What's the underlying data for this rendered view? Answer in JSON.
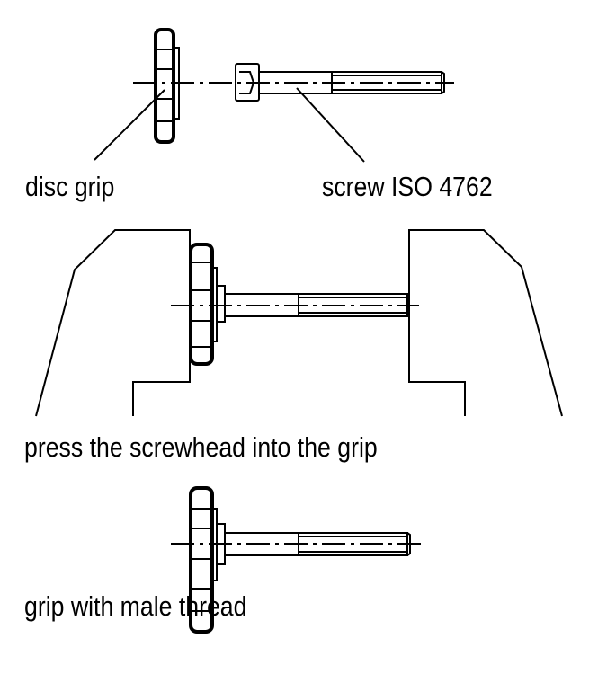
{
  "labels": {
    "disc_grip": "disc grip",
    "screw": "screw ISO 4762",
    "step2": "press the screwhead into the grip",
    "step3": "grip with male thread"
  },
  "colors": {
    "line": "#000000",
    "background": "#ffffff"
  }
}
